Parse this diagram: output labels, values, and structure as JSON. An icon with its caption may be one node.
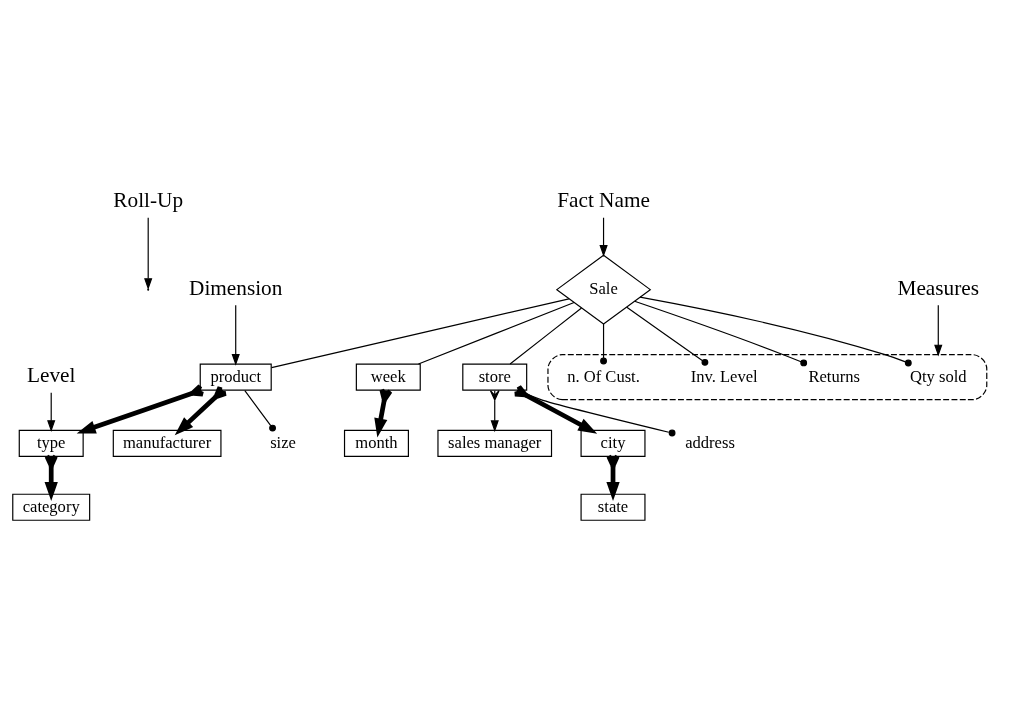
{
  "diagram": {
    "nodes": [
      {
        "text": [
          "Roll-Up"
        ]
      },
      {
        "text": [
          "Level"
        ]
      },
      {
        "text": [
          "category"
        ]
      },
      {
        "text": [
          "manufacturer"
        ]
      },
      {
        "text": [
          "type"
        ]
      },
      {
        "text": [
          "Dimension"
        ]
      },
      {
        "text": [
          "product"
        ]
      },
      {
        "text": [
          "size"
        ]
      },
      {
        "text": [
          "Fact Name"
        ]
      },
      {
        "text": [
          "sales manager"
        ]
      },
      {
        "text": [
          "month"
        ]
      },
      {
        "text": [
          "week"
        ]
      },
      {
        "text": [
          "Sale"
        ]
      },
      {
        "text": [
          "store"
        ]
      },
      {
        "text": [
          "city"
        ]
      },
      {
        "text": [
          "state"
        ]
      },
      {
        "text": [
          "address"
        ]
      },
      {
        "text": [],
        "shape": "ellipse"
      },
      {
        "text": [
          "Qty sold"
        ],
        "in": 17
      },
      {
        "text": [
          "Returns"
        ],
        "in": 17
      },
      {
        "text": [
          "Inv. Level"
        ],
        "in": 17
      },
      {
        "text": [
          "Measures"
        ]
      },
      {
        "text": [
          "n. Of Cust."
        ],
        "in": 17
      }
    ],
    "edges": [
      {
        "from": 4,
        "to": 2,
        "arrow": "to",
        "style": "thick"
      },
      {
        "from": 6,
        "to": 4,
        "arrow": "to",
        "style": "thick"
      },
      {
        "from": 6,
        "to": 3,
        "arrow": "to",
        "style": "thick"
      },
      {
        "from": 6,
        "to": 7,
        "arrow": "other"
      },
      {
        "from": 12,
        "to": 6,
        "arrow": "none"
      },
      {
        "from": 11,
        "to": 10,
        "arrow": "to",
        "style": "thick"
      },
      {
        "from": 12,
        "to": 11,
        "arrow": "none"
      },
      {
        "from": 12,
        "to": 13,
        "arrow": "none"
      },
      {
        "from": 13,
        "to": 9,
        "arrow": "to"
      },
      {
        "from": 13,
        "to": 14,
        "arrow": "to",
        "style": "thick"
      },
      {
        "from": 14,
        "to": 15,
        "arrow": "to",
        "style": "thick"
      },
      {
        "from": 13,
        "to": 16,
        "arrow": "other"
      },
      {
        "from": 12,
        "to": 18,
        "arrow": "other"
      },
      {
        "from": 12,
        "to": 19,
        "arrow": "other"
      },
      {
        "from": 12,
        "to": 22,
        "arrow": "other"
      },
      {
        "from": 12,
        "to": 20,
        "arrow": "other"
      },
      {
        "from": 0,
        "to": null,
        "arrow": "to"
      },
      {
        "from": 1,
        "to": 4,
        "arrow": "to"
      },
      {
        "from": 5,
        "to": 6,
        "arrow": "to"
      },
      {
        "from": 8,
        "to": 12,
        "arrow": "to"
      },
      {
        "from": 21,
        "to": 17,
        "arrow": "to"
      }
    ]
  }
}
